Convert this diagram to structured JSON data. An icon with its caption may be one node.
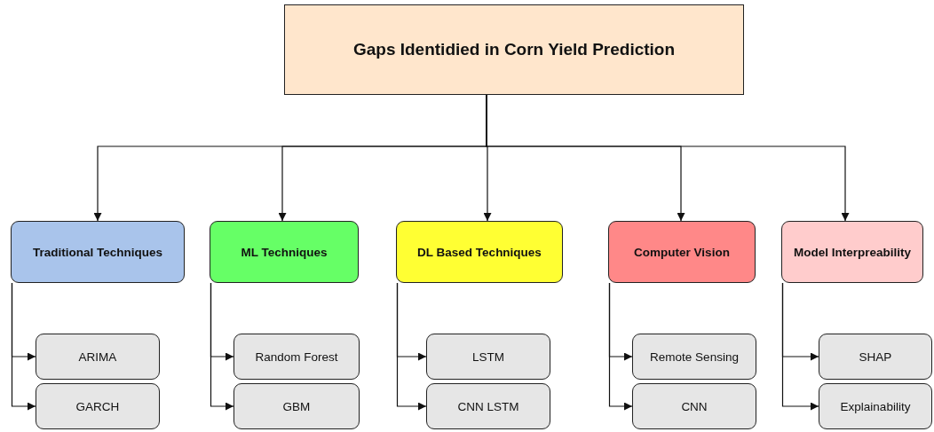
{
  "diagram": {
    "nodes": [
      {
        "text": [
          "Gaps Identidied in Corn Yield Prediction"
        ]
      },
      {
        "text": [
          "Traditional Techniques"
        ]
      },
      {
        "text": [
          "ML Techniques"
        ]
      },
      {
        "text": [
          "DL Based Techniques"
        ]
      },
      {
        "text": [
          "Computer Vision"
        ]
      },
      {
        "text": [
          "Model Interpreability"
        ]
      },
      {
        "text": [
          "ARIMA"
        ]
      },
      {
        "text": [
          "GARCH"
        ]
      },
      {
        "text": [
          "Random Forest"
        ]
      },
      {
        "text": [
          "GBM"
        ]
      },
      {
        "text": [
          "LSTM"
        ]
      },
      {
        "text": [
          "CNN LSTM"
        ]
      },
      {
        "text": [
          "Remote Sensing"
        ]
      },
      {
        "text": [
          "CNN"
        ]
      },
      {
        "text": [
          "SHAP"
        ]
      },
      {
        "text": [
          "Explainability"
        ]
      }
    ],
    "edges": [
      {
        "from": 0,
        "to": 1,
        "arrow": "to"
      },
      {
        "from": 0,
        "to": 2,
        "arrow": "to"
      },
      {
        "from": 0,
        "to": 3,
        "arrow": "to"
      },
      {
        "from": 0,
        "to": 4,
        "arrow": "to"
      },
      {
        "from": 0,
        "to": 5,
        "arrow": "to"
      },
      {
        "from": 1,
        "to": 6,
        "arrow": "to"
      },
      {
        "from": 1,
        "to": 7,
        "arrow": "to"
      },
      {
        "from": 2,
        "to": 8,
        "arrow": "to"
      },
      {
        "from": 2,
        "to": 9,
        "arrow": "to"
      },
      {
        "from": 3,
        "to": 10,
        "arrow": "to"
      },
      {
        "from": 3,
        "to": 11,
        "arrow": "to"
      },
      {
        "from": 4,
        "to": 12,
        "arrow": "to"
      },
      {
        "from": 4,
        "to": 13,
        "arrow": "to"
      },
      {
        "from": 5,
        "to": 14,
        "arrow": "to"
      },
      {
        "from": 5,
        "to": 15,
        "arrow": "to"
      }
    ]
  }
}
